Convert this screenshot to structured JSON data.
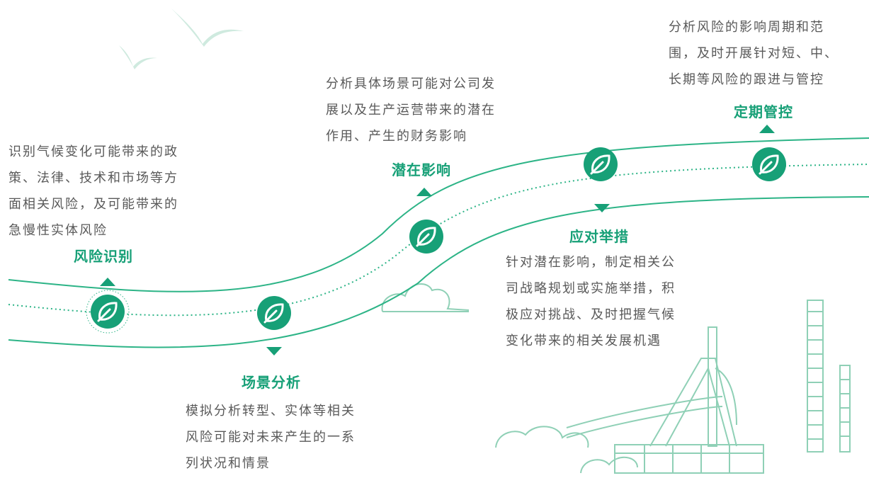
{
  "colors": {
    "accent": "#17a077",
    "line": "#2db487",
    "text": "#595959",
    "illustration": "#b8e0cf"
  },
  "steps": [
    {
      "title": "风险识别",
      "desc": [
        "识别气候变化可能带来的政",
        "策、法律、技术和市场等方",
        "面相关风险，及可能带来的",
        "急慢性实体风险"
      ],
      "icon": "leaf-icon"
    },
    {
      "title": "场景分析",
      "desc": [
        "模拟分析转型、实体等相关",
        "风险可能对未来产生的一系",
        "列状况和情景"
      ],
      "icon": "leaf-icon"
    },
    {
      "title": "潜在影响",
      "desc": [
        "分析具体场景可能对公司发",
        "展以及生产运营带来的潜在",
        "作用、产生的财务影响"
      ],
      "icon": "leaf-icon"
    },
    {
      "title": "应对举措",
      "desc": [
        "针对潜在影响，制定相关公",
        "司战略规划或实施举措，积",
        "极应对挑战、及时把握气候",
        "变化带来的相关发展机遇"
      ],
      "icon": "leaf-icon"
    },
    {
      "title": "定期管控",
      "desc": [
        "分析风险的影响周期和范",
        "围，及时开展针对短、中、",
        "长期等风险的跟进与管控"
      ],
      "icon": "leaf-icon"
    }
  ]
}
